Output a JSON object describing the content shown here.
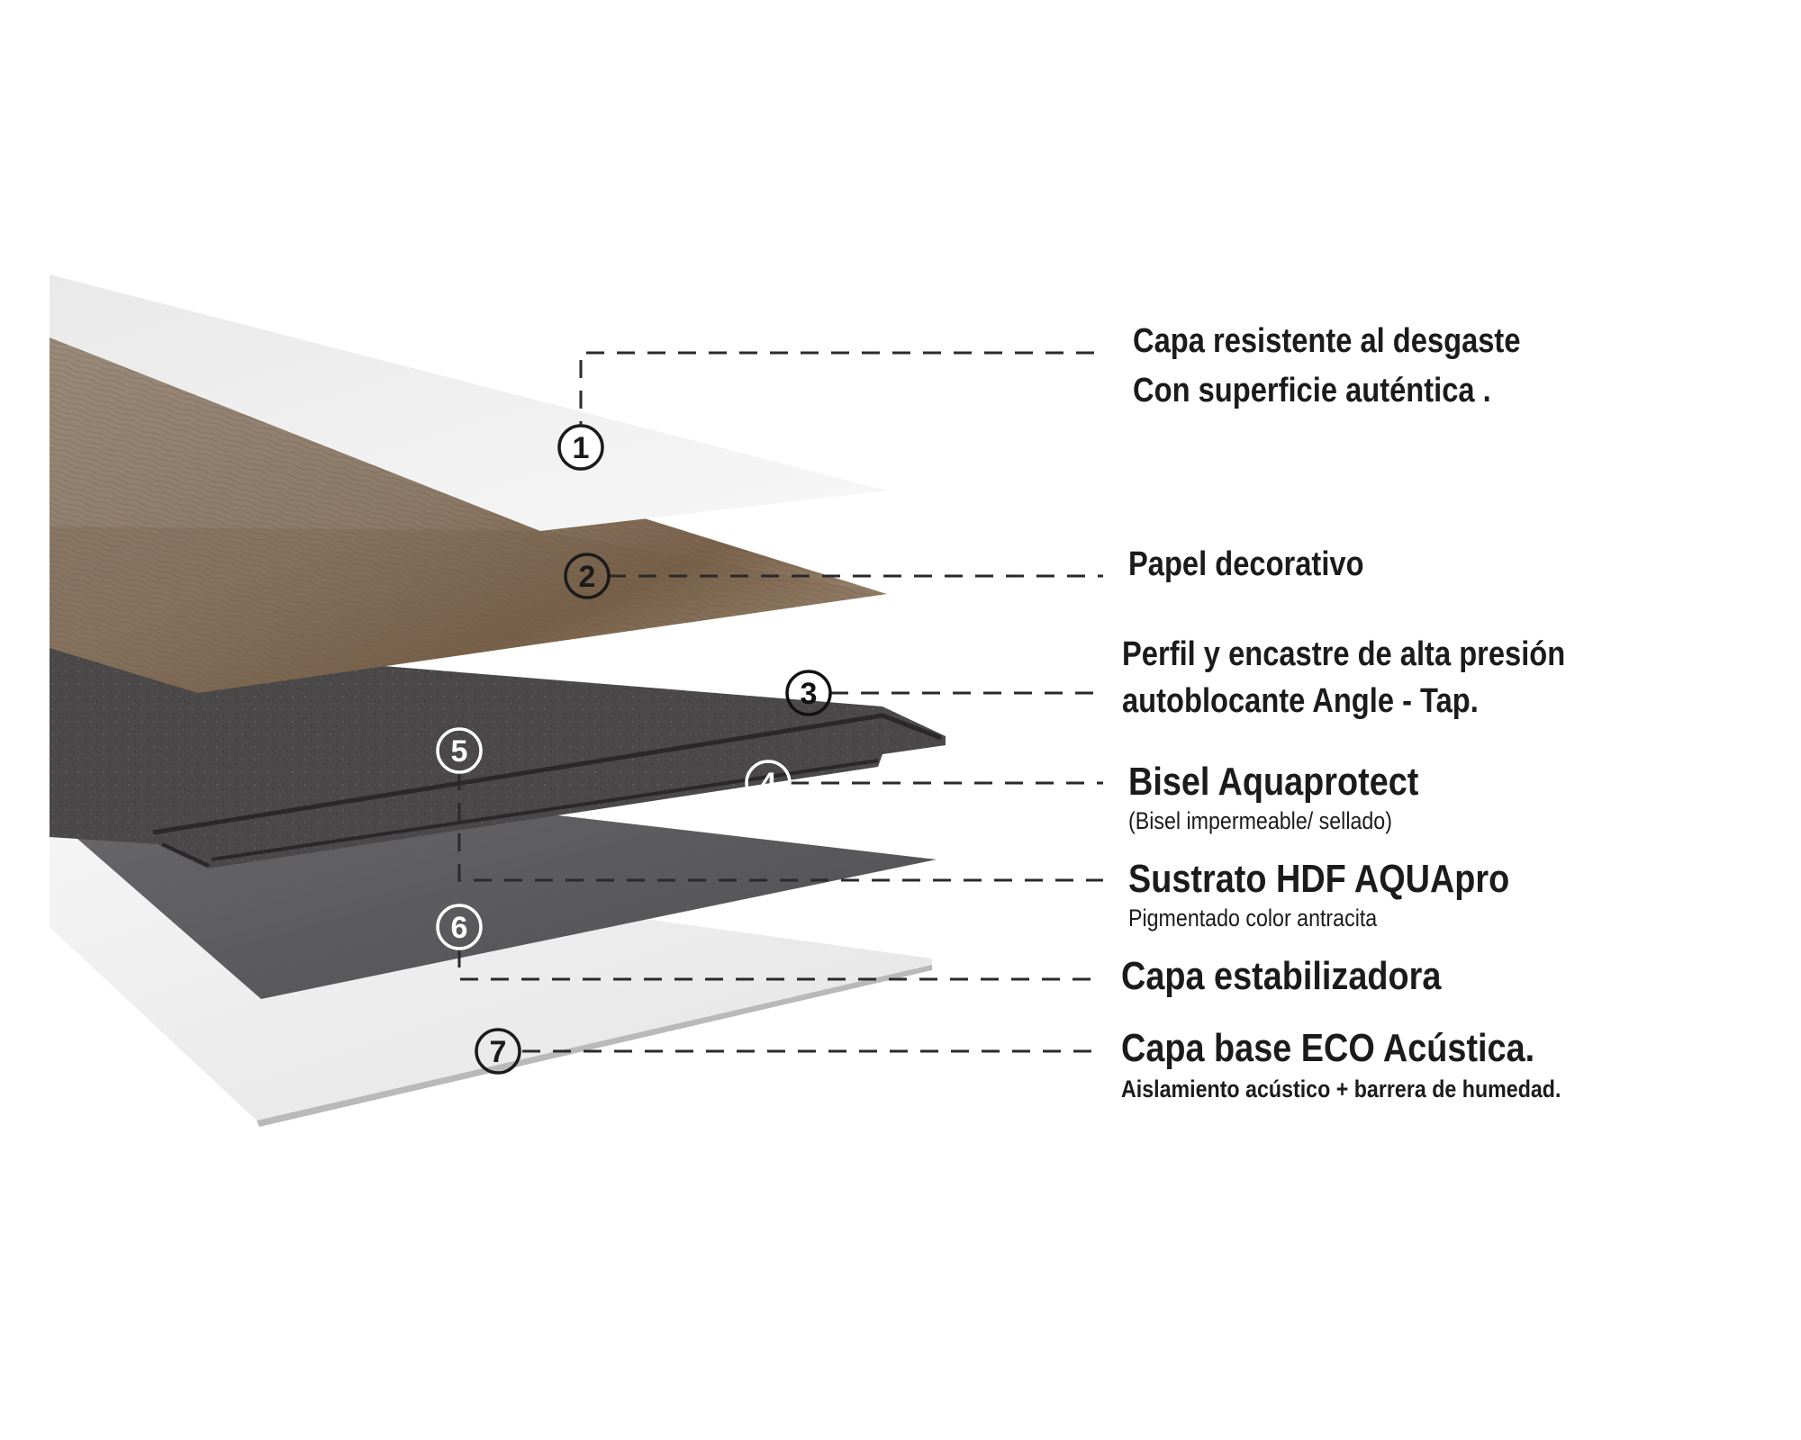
{
  "layers": [
    {
      "number": "1",
      "title_lines": [
        "Capa resistente al desgaste",
        "Con superficie auténtica ."
      ]
    },
    {
      "number": "2",
      "title_lines": [
        "Papel decorativo"
      ]
    },
    {
      "number": "3",
      "title_lines": [
        "Perfil y encastre de alta presión",
        "autoblocante Angle - Tap."
      ]
    },
    {
      "number": "4",
      "title_lines": [
        "Bisel Aquaprotect"
      ],
      "subtitle": "(Bisel impermeable/ sellado)"
    },
    {
      "number": "5",
      "title_lines": [
        "Sustrato HDF AQUApro"
      ],
      "subtitle": "Pigmentado color antracita"
    },
    {
      "number": "6",
      "title_lines": [
        "Capa estabilizadora"
      ]
    },
    {
      "number": "7",
      "title_lines": [
        "Capa base ECO Acústica."
      ],
      "subtitle": "Aislamiento acústico + barrera de humedad."
    }
  ],
  "colors": {
    "wear_layer": "#f1f1f1",
    "decor_paper": "#8a7866",
    "hdf_core": "#4a4848",
    "stabilizer": "#5a5a5c",
    "base_layer": "#ededed",
    "text": "#1b1b1b"
  }
}
